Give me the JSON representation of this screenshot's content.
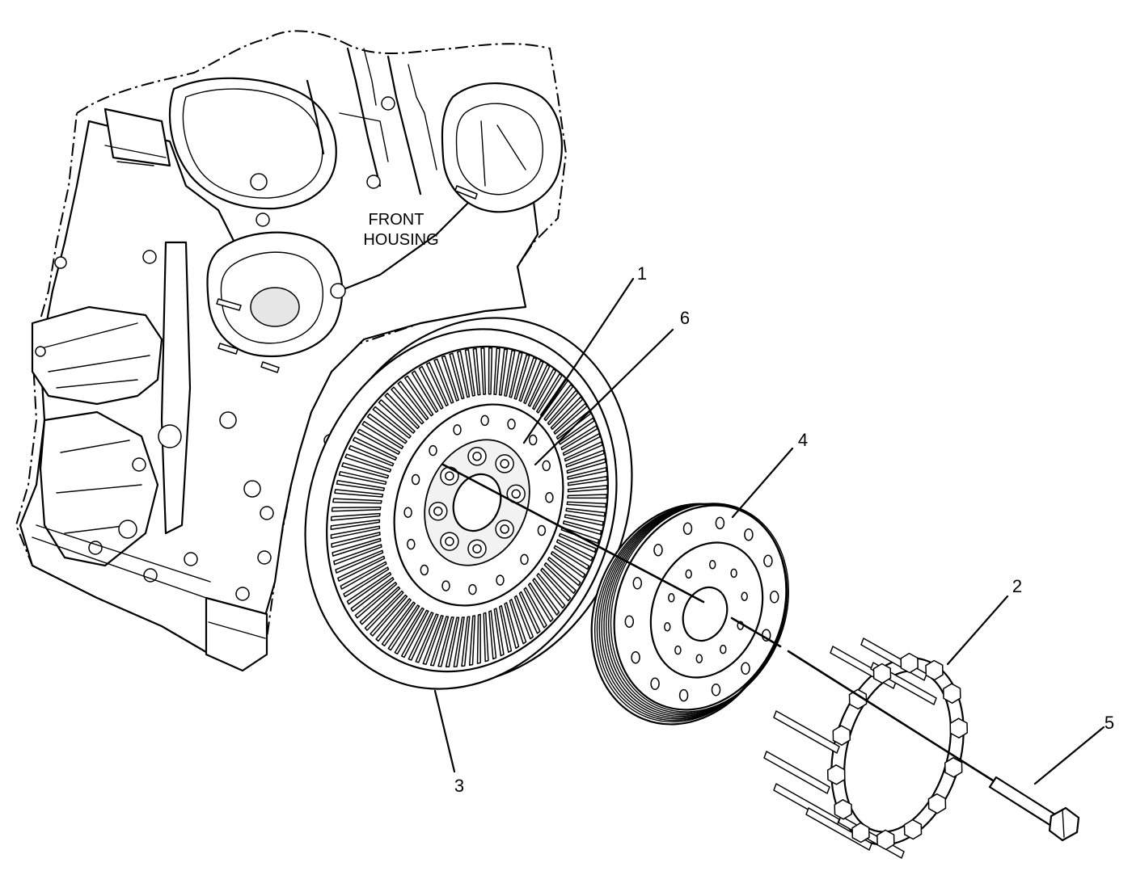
{
  "housing_label": [
    "FRONT",
    "HOUSING"
  ],
  "callouts": [
    {
      "id": "callout-1",
      "text": "1"
    },
    {
      "id": "callout-6",
      "text": "6"
    },
    {
      "id": "callout-4",
      "text": "4"
    },
    {
      "id": "callout-2",
      "text": "2"
    },
    {
      "id": "callout-5",
      "text": "5"
    },
    {
      "id": "callout-3",
      "text": "3"
    }
  ]
}
